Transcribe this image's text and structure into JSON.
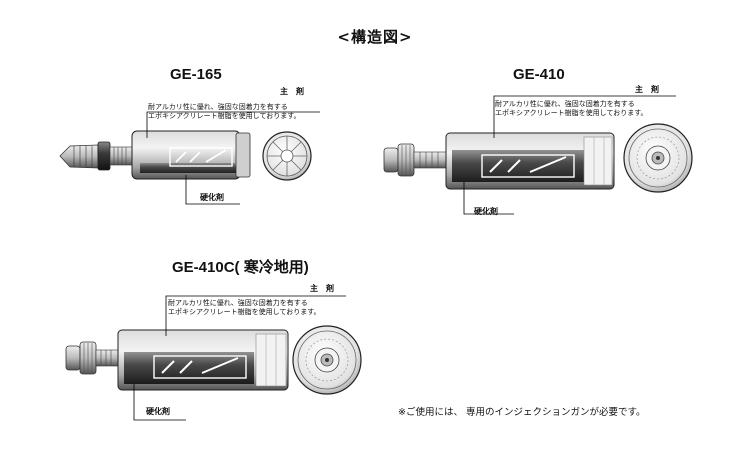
{
  "page_title": "<構造図>",
  "note": "※ご使用には、 専用のインジェクションガンが必要です。",
  "products": [
    {
      "model": "GE-165",
      "main_label": "主　剤",
      "desc_line1": "耐アルカリ性に優れ、強固な固着力を有する",
      "desc_line2": "エポキシアクリレート樹脂を使用しております。",
      "hardener_label": "硬化剤"
    },
    {
      "model": "GE-410",
      "main_label": "主　剤",
      "desc_line1": "耐アルカリ性に優れ、強固な固着力を有する",
      "desc_line2": "エポキシアクリレート樹脂を使用しております。",
      "hardener_label": "硬化剤"
    },
    {
      "model": "GE-410C( 寒冷地用)",
      "main_label": "主　剤",
      "desc_line1": "耐アルカリ性に優れ、強固な固着力を有する",
      "desc_line2": "エポキシアクリレート樹脂を使用しております。",
      "hardener_label": "硬化剤"
    }
  ]
}
